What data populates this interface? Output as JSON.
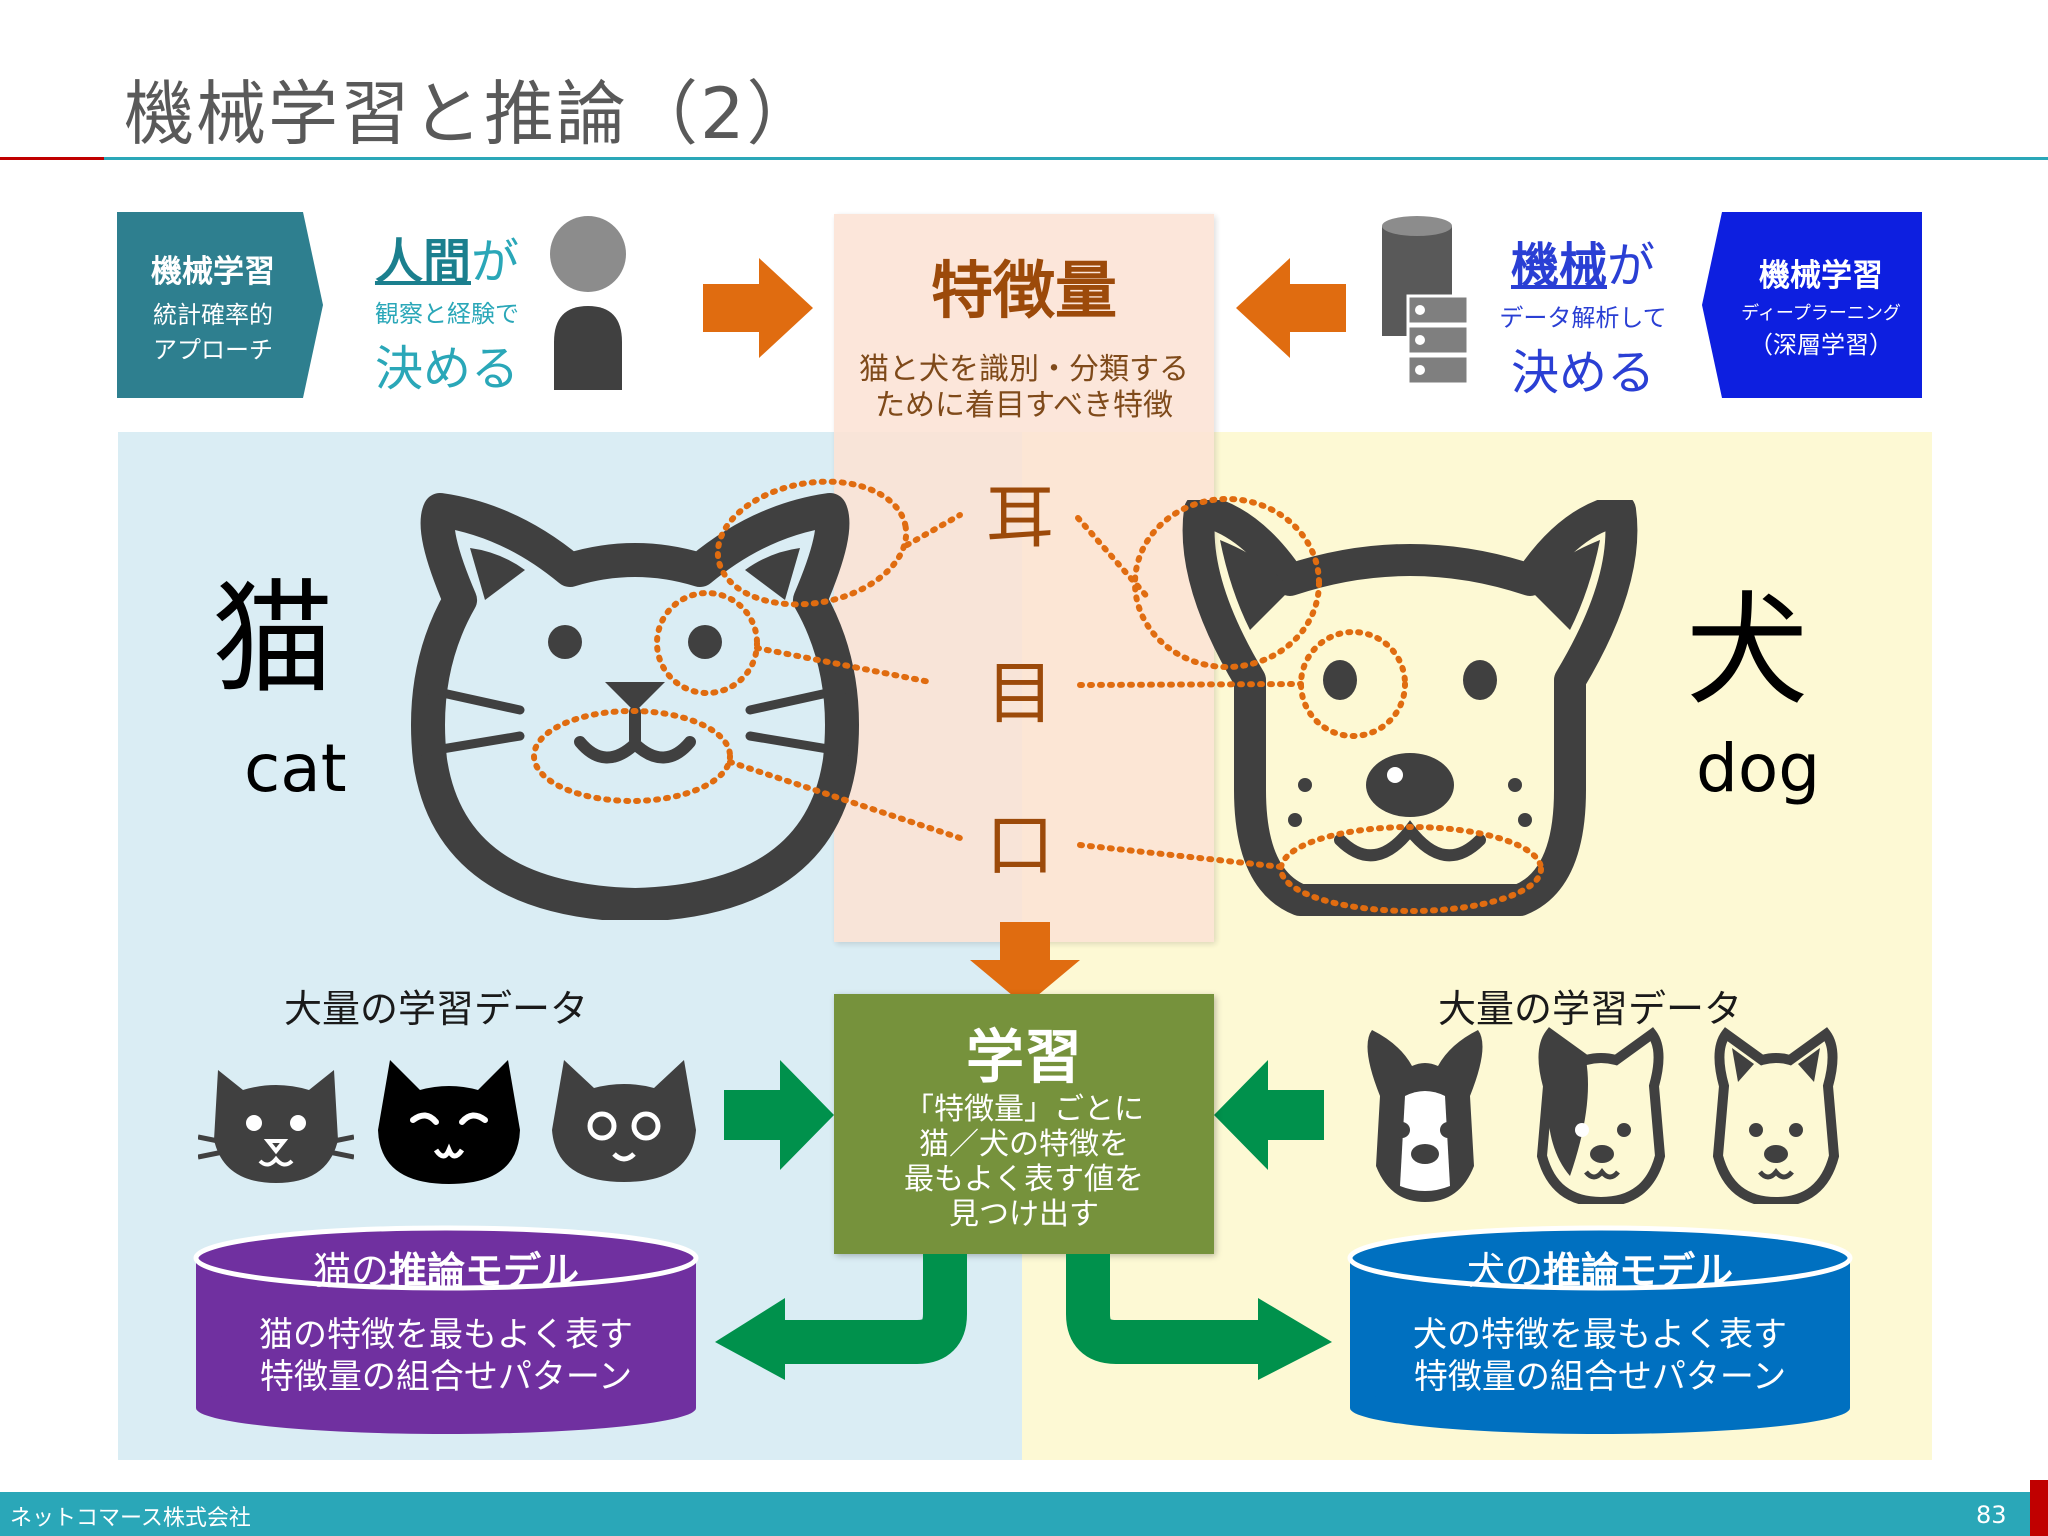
{
  "title": "機械学習と推論（2）",
  "left_tag": {
    "title": "機械学習",
    "line1": "統計確率的",
    "line2": "アプローチ"
  },
  "human_block": {
    "subject": "人間",
    "particle": "が",
    "sub": "観察と経験で",
    "verb": "決める"
  },
  "machine_block": {
    "subject": "機械",
    "particle": "が",
    "sub": "データ解析して",
    "verb": "決める"
  },
  "right_tag": {
    "title": "機械学習",
    "line1": "ディープラーニング",
    "line2": "（深層学習）"
  },
  "features": {
    "title": "特徴量",
    "desc1": "猫と犬を識別・分類する",
    "desc2": "ために着目すべき特徴",
    "items": [
      "耳",
      "目",
      "口"
    ]
  },
  "cat": {
    "kanji": "猫",
    "english": "cat"
  },
  "dog": {
    "kanji": "犬",
    "english": "dog"
  },
  "training_data_label_left": "大量の学習データ",
  "training_data_label_right": "大量の学習データ",
  "learning": {
    "title": "学習",
    "line1": "「特徴量」ごとに",
    "line2": "猫／犬の特徴を",
    "line3": "最もよく表す値を",
    "line4": "見つけ出す"
  },
  "cat_model": {
    "prefix": "猫の",
    "name": "推論モデル",
    "line1": "猫の特徴を最もよく表す",
    "line2": "特徴量の組合せパターン"
  },
  "dog_model": {
    "prefix": "犬の",
    "name": "推論モデル",
    "line1": "犬の特徴を最もよく表す",
    "line2": "特徴量の組合せパターン"
  },
  "footer": {
    "company": "ネットコマース株式会社",
    "page": "83"
  },
  "colors": {
    "teal": "#2aa7b8",
    "dark_teal": "#1b7f8e",
    "orange": "#e06c10",
    "feature_brown": "#9c4a0a",
    "green_box": "#76923c",
    "green_arrow": "#00914c",
    "purple": "#7030a0",
    "blue": "#0070c0",
    "deep_blue": "#0d1fe0",
    "cat_bg": "#daedf4",
    "dog_bg": "#fdf9d4",
    "feature_bg": "#fce4d6"
  }
}
